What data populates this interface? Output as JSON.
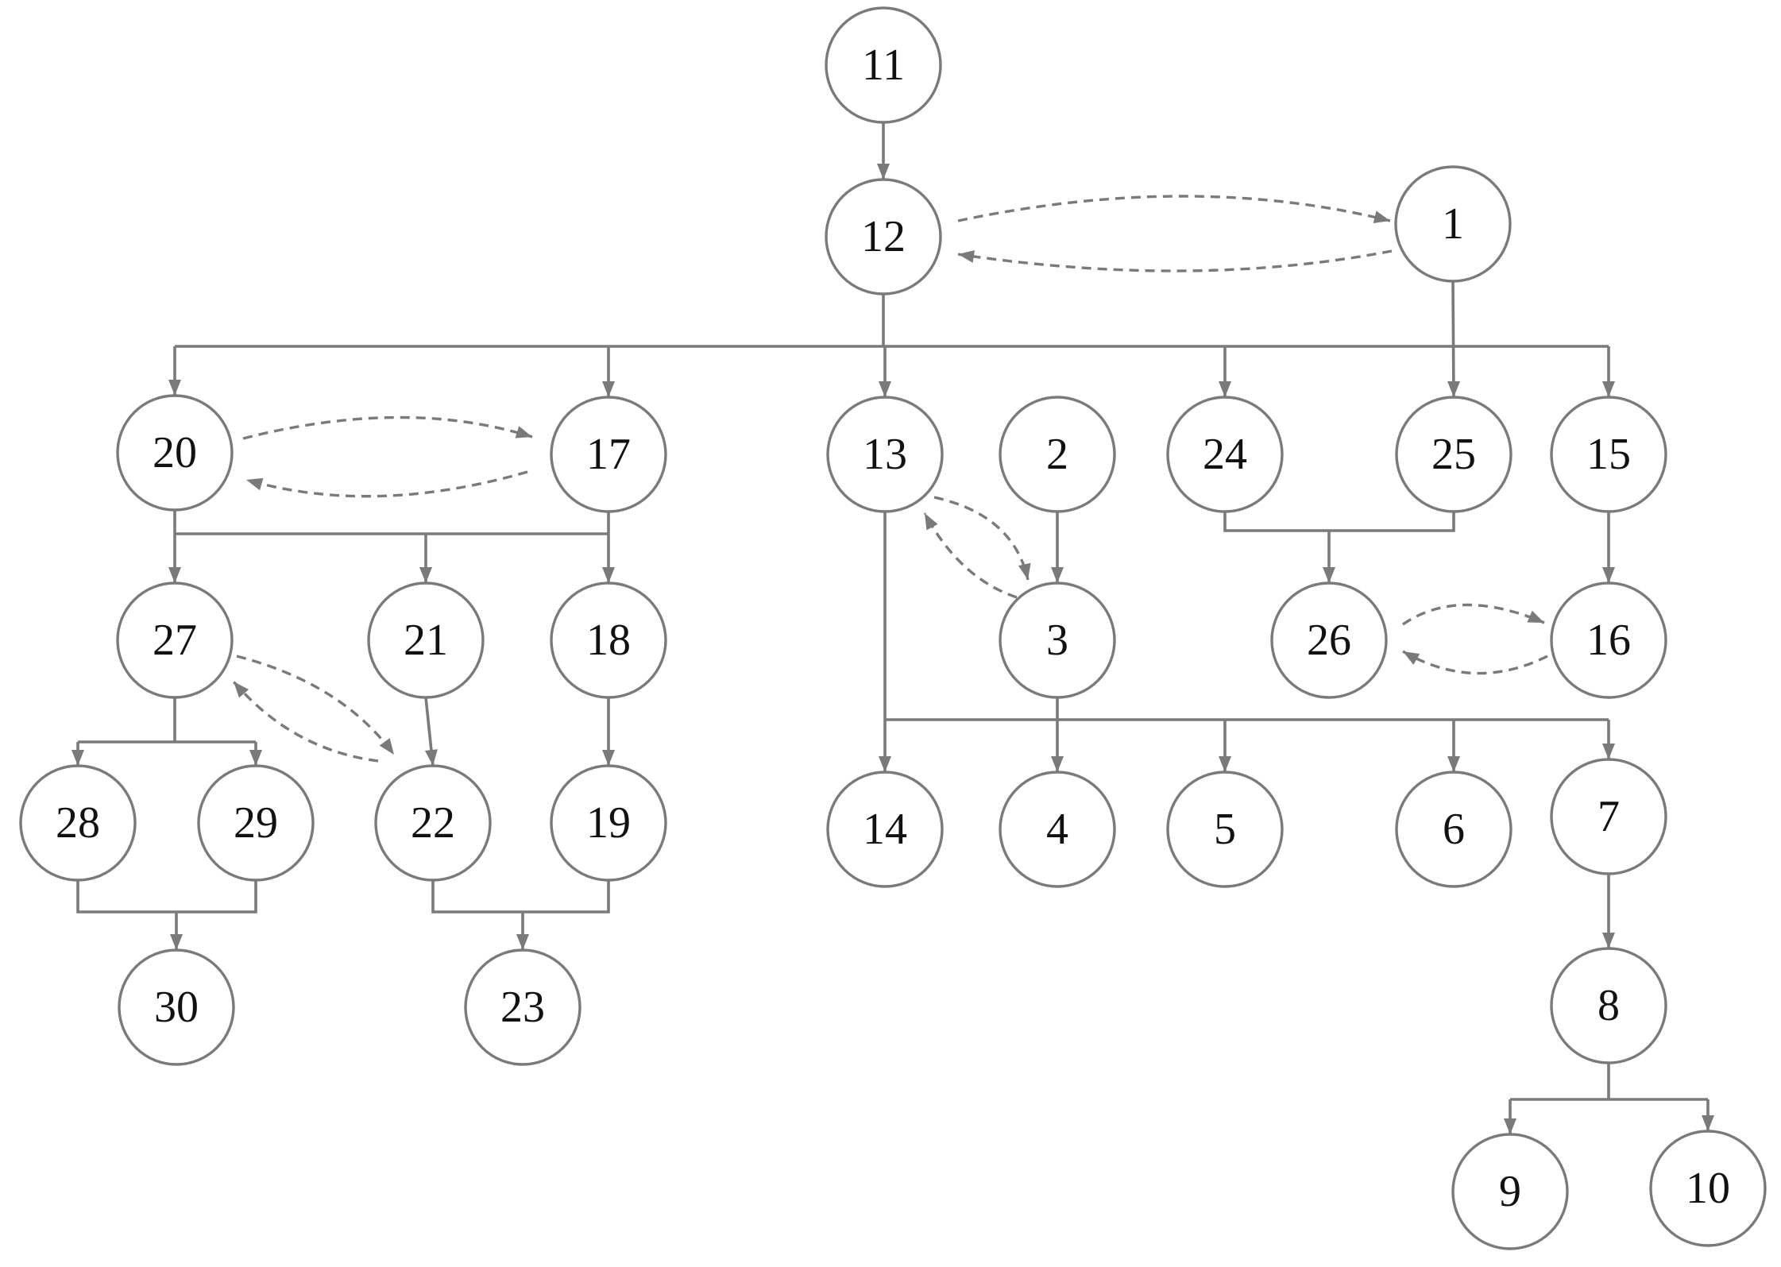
{
  "nodes": [
    "11",
    "12",
    "1",
    "20",
    "17",
    "13",
    "2",
    "24",
    "25",
    "15",
    "27",
    "21",
    "18",
    "3",
    "26",
    "16",
    "28",
    "29",
    "22",
    "19",
    "14",
    "4",
    "5",
    "6",
    "7",
    "30",
    "23",
    "8",
    "9",
    "10"
  ]
}
